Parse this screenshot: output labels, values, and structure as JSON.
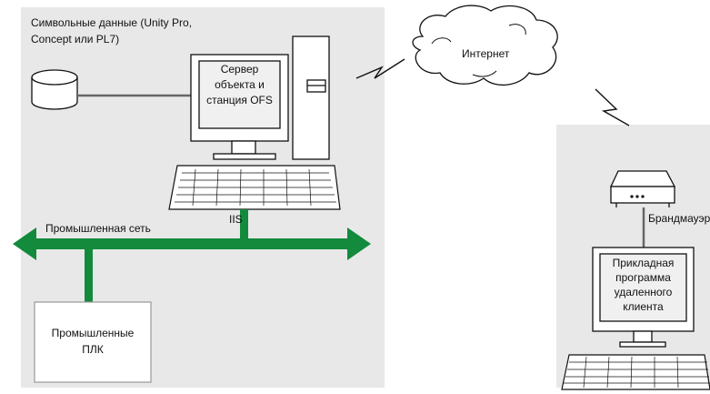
{
  "symbolic_data_label": [
    "Символьные данные (Unity Pro,",
    "Concept или PL7)"
  ],
  "server_label": [
    "Сервер",
    "объекта и",
    "станция OFS"
  ],
  "iis_label": "IIS",
  "internet_label": "Интернет",
  "industrial_network_label": "Промышленная сеть",
  "plc_label": [
    "Промышленные",
    "ПЛК"
  ],
  "firewall_label": "Брандмауэр",
  "remote_client_label": [
    "Прикладная",
    "программа",
    "удаленного",
    "клиента"
  ],
  "colors": {
    "network_green": "#138a3c",
    "panel_gray": "#e8e8e8",
    "screen_gray": "#f0f0f0"
  }
}
